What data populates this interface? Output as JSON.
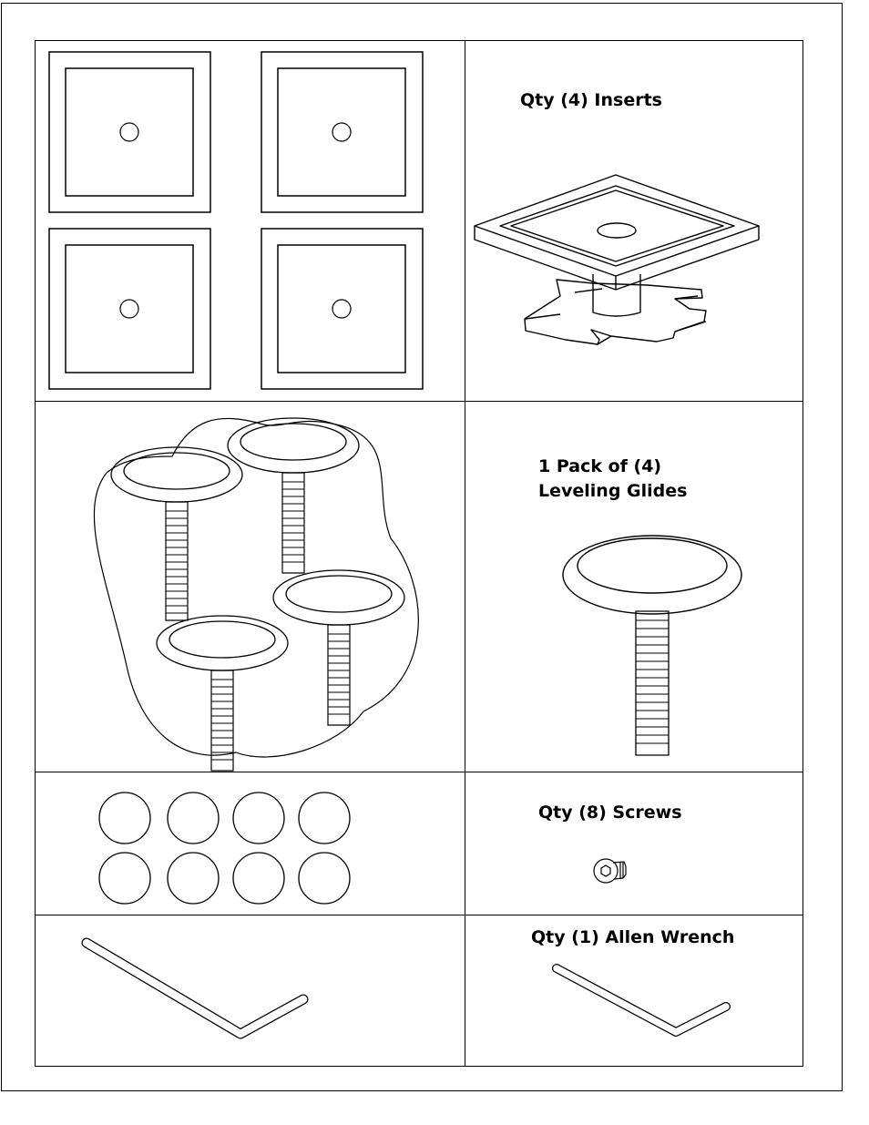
{
  "sections": [
    {
      "id": "inserts",
      "label": "Qty (4) Inserts"
    },
    {
      "id": "glides",
      "label_line1": "1 Pack of (4)",
      "label_line2": "Leveling Glides"
    },
    {
      "id": "screws",
      "label": "Qty (8) Screws"
    },
    {
      "id": "wrench",
      "label": "Qty (1) Allen Wrench"
    }
  ],
  "icons": {
    "insert_top_view": "square-insert-icon",
    "insert_iso": "insert-isometric-icon",
    "glide": "leveling-glide-icon",
    "screw": "hex-screw-icon",
    "screw_circle": "screw-circle-icon",
    "wrench": "allen-wrench-icon"
  },
  "colors": {
    "line": "#000000",
    "background": "#ffffff"
  }
}
